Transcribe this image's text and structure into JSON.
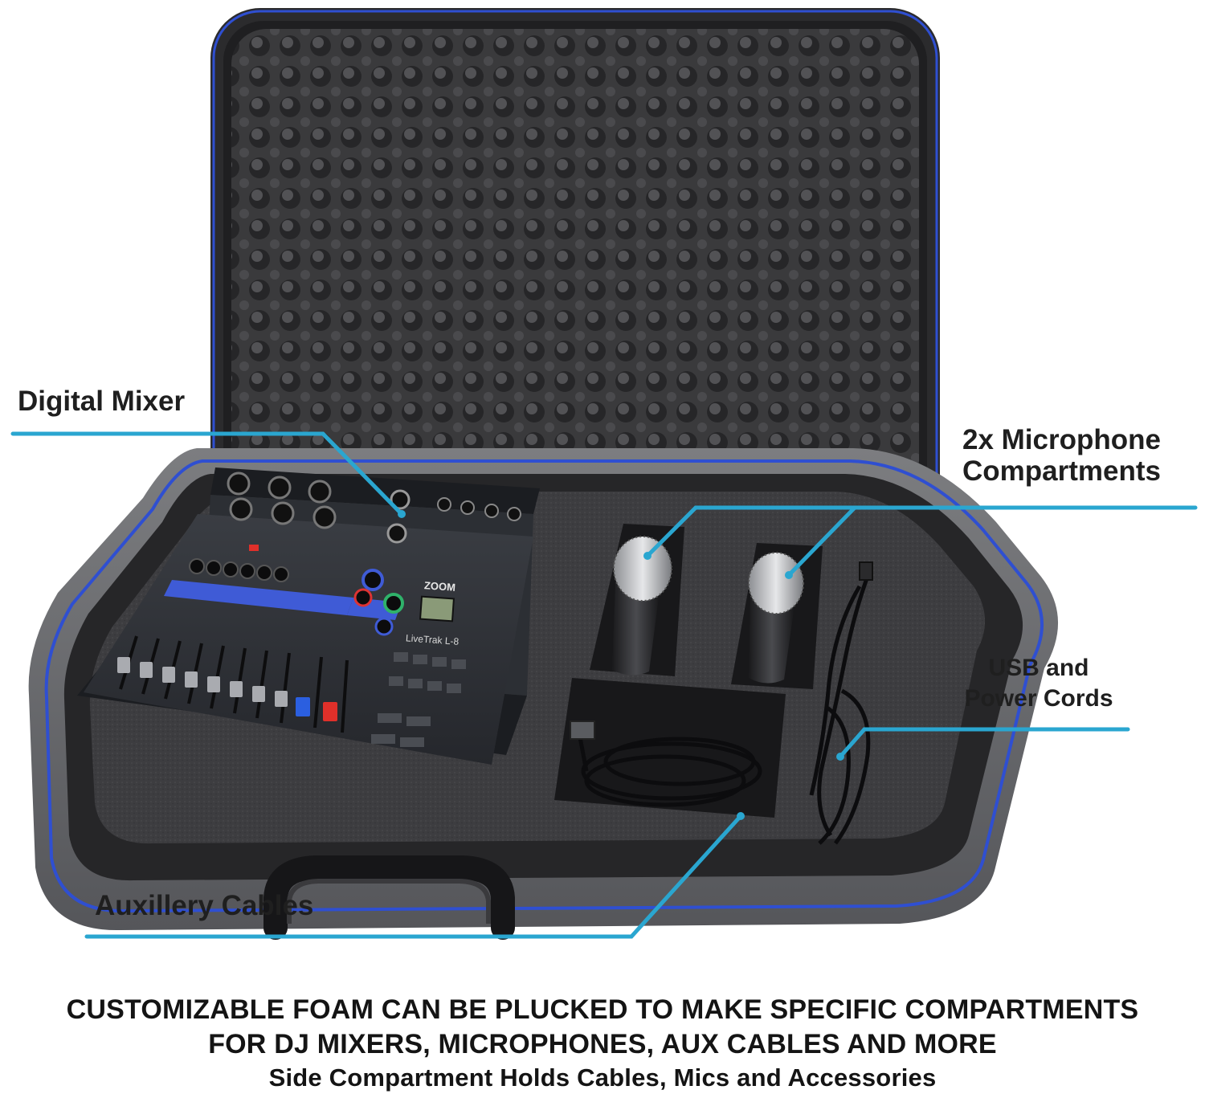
{
  "callouts": {
    "digital_mixer": "Digital Mixer",
    "microphones": {
      "line1": "2x Microphone",
      "line2": "Compartments"
    },
    "usb": {
      "line1": "USB and",
      "line2": "Power Cords"
    },
    "aux": "Auxillery Cables"
  },
  "caption": {
    "line1": "CUSTOMIZABLE FOAM CAN BE PLUCKED TO MAKE SPECIFIC COMPARTMENTS",
    "line2": "FOR DJ MIXERS, MICROPHONES, AUX CABLES AND MORE",
    "line3": "Side Compartment Holds Cables, Mics and Accessories"
  },
  "mixer": {
    "brand": "ZOOM",
    "model": "LiveTrak L-8"
  },
  "colors": {
    "callout_line": "#2aa6d0",
    "case_shell": "#6a6b6e",
    "zipper_trim": "#2f4fd1",
    "foam": "#3a3a3c",
    "mixer_body": "#2c2f34",
    "mixer_accent": "#3f5bd6"
  }
}
